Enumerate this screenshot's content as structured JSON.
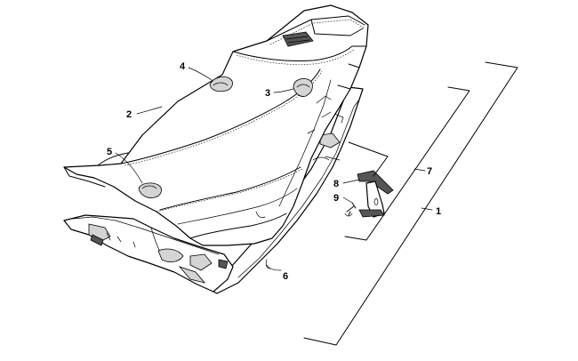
{
  "callouts": [
    {
      "id": "1",
      "label": "1"
    },
    {
      "id": "2",
      "label": "2"
    },
    {
      "id": "3",
      "label": "3"
    },
    {
      "id": "4",
      "label": "4"
    },
    {
      "id": "5",
      "label": "5"
    },
    {
      "id": "6",
      "label": "6"
    },
    {
      "id": "7",
      "label": "7"
    },
    {
      "id": "8",
      "label": "8"
    },
    {
      "id": "9",
      "label": "9"
    }
  ],
  "colors": {
    "line": "#000000",
    "shade": "#d4d4d4",
    "background": "#ffffff"
  }
}
